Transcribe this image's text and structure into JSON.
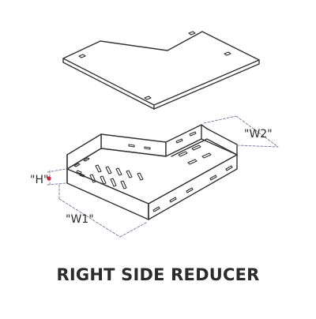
{
  "title": "RIGHT SIDE REDUCER",
  "dimensions": {
    "w2": "\"W2\"",
    "w1": "\"W1\"",
    "h": "\"H\""
  },
  "colors": {
    "line": "#333333",
    "dimension_line": "#8a80a6",
    "marker": "#d0203a"
  }
}
